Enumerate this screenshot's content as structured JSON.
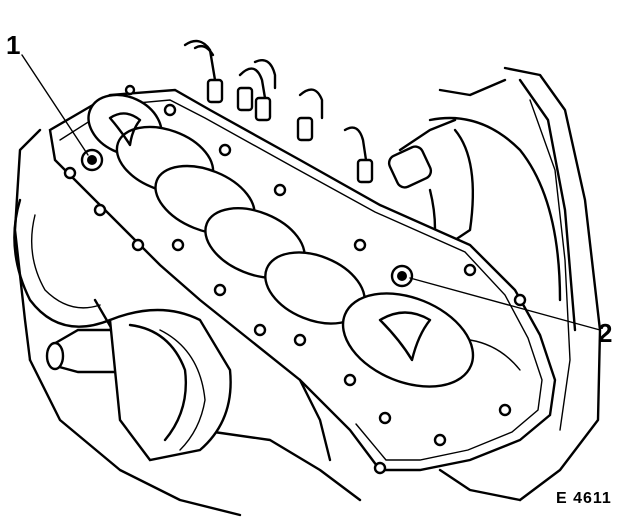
{
  "figure": {
    "callouts": [
      {
        "id": "1",
        "label": "1"
      },
      {
        "id": "2",
        "label": "2"
      }
    ],
    "figure_code": "E 4611",
    "colors": {
      "ink": "#000000",
      "paper": "#ffffff"
    }
  }
}
